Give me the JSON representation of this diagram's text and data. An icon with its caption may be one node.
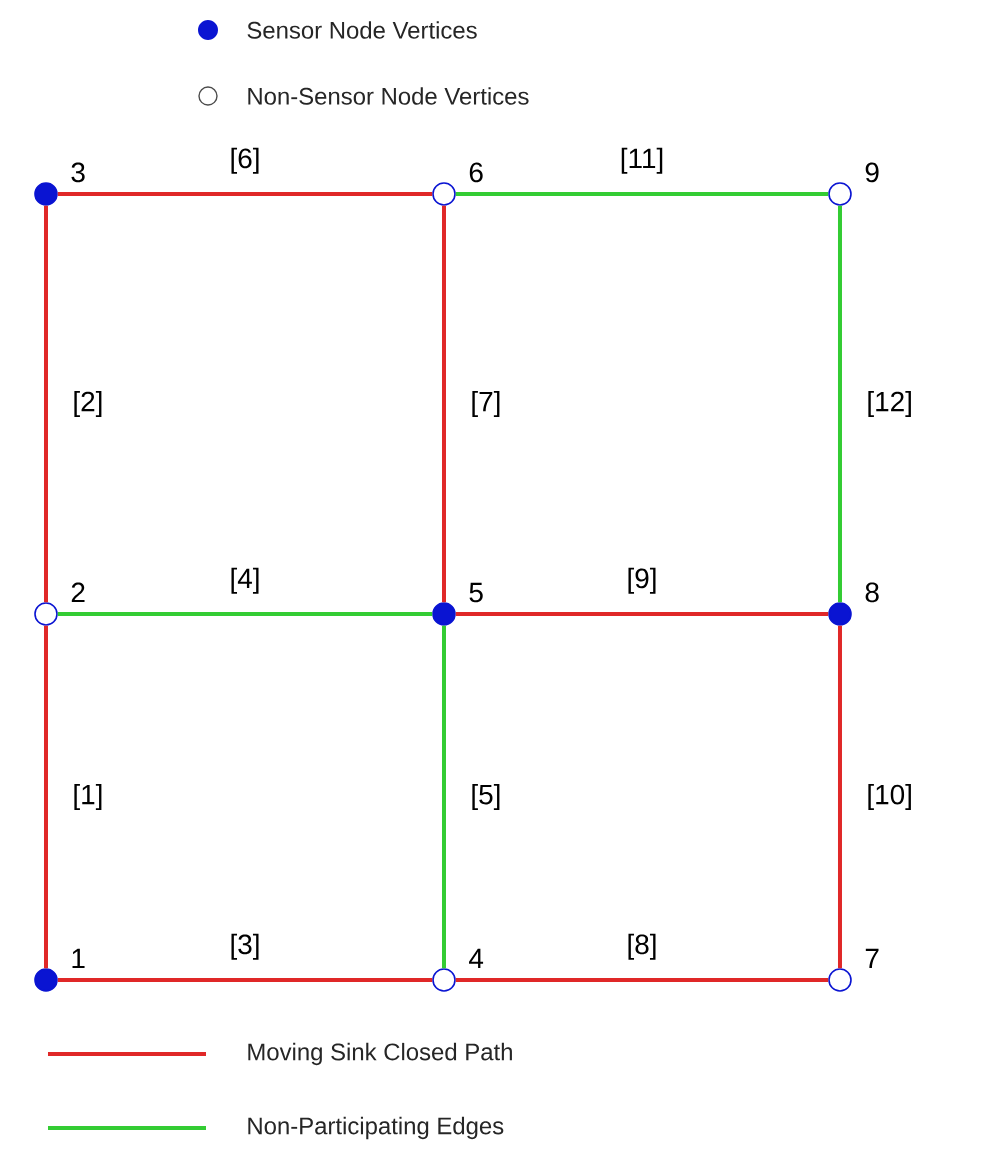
{
  "diagram": {
    "nodes": [
      {
        "text": [],
        "shape": "dot",
        "beside": [
          "3"
        ]
      },
      {
        "text": [],
        "shape": "circle",
        "beside": [
          "6"
        ]
      },
      {
        "text": [],
        "shape": "circle",
        "beside": [
          "9"
        ]
      },
      {
        "text": [],
        "shape": "circle",
        "beside": [
          "2"
        ]
      },
      {
        "text": [],
        "shape": "dot",
        "beside": [
          "5"
        ]
      },
      {
        "text": [],
        "shape": "dot",
        "beside": [
          "8"
        ]
      },
      {
        "text": [],
        "shape": "dot",
        "beside": [
          "1"
        ]
      },
      {
        "text": [],
        "shape": "circle",
        "beside": [
          "4"
        ]
      },
      {
        "text": [],
        "shape": "circle",
        "beside": [
          "7"
        ]
      }
    ],
    "edges": [
      {
        "from": 6,
        "to": 3,
        "arrow": "none",
        "label": "[1]",
        "color": "#e02828"
      },
      {
        "from": 3,
        "to": 0,
        "arrow": "none",
        "label": "[2]",
        "color": "#e02828"
      },
      {
        "from": 6,
        "to": 7,
        "arrow": "none",
        "label": "[3]",
        "color": "#e02828"
      },
      {
        "from": 3,
        "to": 4,
        "arrow": "none",
        "label": "[4]",
        "color": "#33cc33"
      },
      {
        "from": 7,
        "to": 4,
        "arrow": "none",
        "label": "[5]",
        "color": "#33cc33"
      },
      {
        "from": 0,
        "to": 1,
        "arrow": "none",
        "label": "[6]",
        "color": "#e02828"
      },
      {
        "from": 1,
        "to": 4,
        "arrow": "none",
        "label": "[7]",
        "color": "#e02828"
      },
      {
        "from": 7,
        "to": 8,
        "arrow": "none",
        "label": "[8]",
        "color": "#e02828"
      },
      {
        "from": 4,
        "to": 5,
        "arrow": "none",
        "label": "[9]",
        "color": "#e02828"
      },
      {
        "from": 8,
        "to": 5,
        "arrow": "none",
        "label": "[10]",
        "color": "#e02828"
      },
      {
        "from": 1,
        "to": 2,
        "arrow": "none",
        "label": "[11]",
        "color": "#33cc33"
      },
      {
        "from": 2,
        "to": 5,
        "arrow": "none",
        "label": "[12]",
        "color": "#33cc33"
      }
    ],
    "legend": [
      {
        "text": "Sensor Node Vertices"
      },
      {
        "text": "Non-Sensor Node Vertices"
      },
      {
        "text": "Moving Sink Closed Path"
      },
      {
        "text": "Non-Participating Edges"
      }
    ]
  }
}
